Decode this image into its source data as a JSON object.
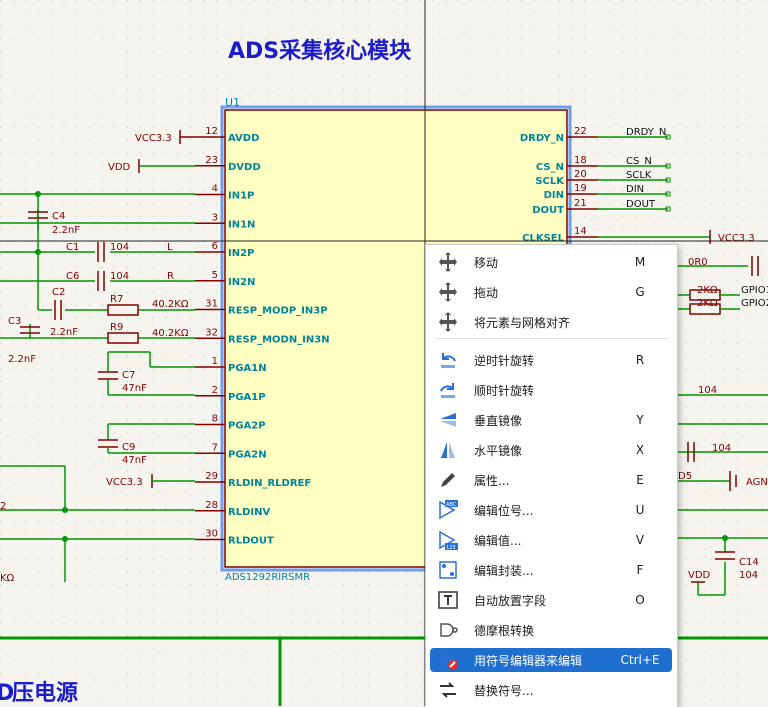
{
  "title": "ADS采集核心模块",
  "bottom_title": "压电源",
  "bottom_title_prefix": "D",
  "chip": {
    "ref": "U1",
    "value": "ADS1292RIRSMR",
    "left_pins": [
      {
        "num": "12",
        "name": "AVDD"
      },
      {
        "num": "23",
        "name": "DVDD"
      },
      {
        "num": "4",
        "name": "IN1P"
      },
      {
        "num": "3",
        "name": "IN1N"
      },
      {
        "num": "6",
        "name": "IN2P"
      },
      {
        "num": "5",
        "name": "IN2N"
      },
      {
        "num": "31",
        "name": "RESP_MODP_IN3P"
      },
      {
        "num": "32",
        "name": "RESP_MODN_IN3N"
      },
      {
        "num": "1",
        "name": "PGA1N"
      },
      {
        "num": "2",
        "name": "PGA1P"
      },
      {
        "num": "8",
        "name": "PGA2P"
      },
      {
        "num": "7",
        "name": "PGA2N"
      },
      {
        "num": "29",
        "name": "RLDIN_RLDREF"
      },
      {
        "num": "28",
        "name": "RLDINV"
      },
      {
        "num": "30",
        "name": "RLDOUT"
      }
    ],
    "right_pins": [
      {
        "num": "22",
        "name": "DRDY_N",
        "net": "DRDY_N"
      },
      {
        "num": "18",
        "name": "CS_N",
        "net": "CS_N"
      },
      {
        "num": "20",
        "name": "SCLK",
        "net": "SCLK"
      },
      {
        "num": "19",
        "name": "DIN",
        "net": "DIN"
      },
      {
        "num": "21",
        "name": "DOUT",
        "net": "DOUT"
      },
      {
        "num": "14",
        "name": "CLKSEL",
        "net": "VCC3.3"
      }
    ]
  },
  "labels": {
    "vcc_avdd": "VCC3.3",
    "vdd_dvdd": "VDD",
    "vcc_rld": "VCC3.3",
    "c4": "C4",
    "c4v": "2.2nF",
    "c1": "C1",
    "c1v": "104",
    "c1n": "L",
    "c6": "C6",
    "c6v": "104",
    "c6n": "R",
    "c2": "C2",
    "c2v": "2.2nF",
    "c3": "C3",
    "c3v": "2.2nF",
    "r7": "R7",
    "r7v": "40.2KΩ",
    "r9": "R9",
    "r9v": "40.2KΩ",
    "c7": "C7",
    "c7v": "47nF",
    "c9": "C9",
    "c9v": "47nF",
    "left_frag1": "2",
    "left_frag2": "KΩ",
    "r_0r0": "0R0",
    "r_2k_1": "2KΩ",
    "r_2k_2": "2KΩ",
    "gpio_1": "GPIO1",
    "gpio_2": "GPIO2",
    "v104_a": "104",
    "v104_b": "104",
    "d5": "D5",
    "agnd": "AGN",
    "c14": "C14",
    "c14v": "104",
    "vdd_right": "VDD"
  },
  "menu": [
    {
      "label": "移动",
      "shortcut": "M",
      "icon": "move-icon"
    },
    {
      "label": "拖动",
      "shortcut": "G",
      "icon": "drag-icon"
    },
    {
      "label": "将元素与网格对齐",
      "shortcut": "",
      "icon": "align-grid-icon"
    },
    {
      "label": "逆时针旋转",
      "shortcut": "R",
      "icon": "rotate-ccw-icon"
    },
    {
      "label": "顺时针旋转",
      "shortcut": "",
      "icon": "rotate-cw-icon"
    },
    {
      "label": "垂直镜像",
      "shortcut": "Y",
      "icon": "mirror-vertical-icon"
    },
    {
      "label": "水平镜像",
      "shortcut": "X",
      "icon": "mirror-horizontal-icon"
    },
    {
      "label": "属性...",
      "shortcut": "E",
      "icon": "pencil-icon"
    },
    {
      "label": "编辑位号...",
      "shortcut": "U",
      "icon": "edit-reference-icon"
    },
    {
      "label": "编辑值...",
      "shortcut": "V",
      "icon": "edit-value-icon"
    },
    {
      "label": "编辑封装...",
      "shortcut": "F",
      "icon": "edit-footprint-icon"
    },
    {
      "label": "自动放置字段",
      "shortcut": "O",
      "icon": "autoplace-fields-icon"
    },
    {
      "label": "德摩根转换",
      "shortcut": "",
      "icon": "demorgan-icon"
    },
    {
      "label": "用符号编辑器来编辑",
      "shortcut": "Ctrl+E",
      "icon": "symbol-editor-icon"
    },
    {
      "label": "替换符号...",
      "shortcut": "",
      "icon": "swap-symbol-icon"
    }
  ],
  "colors": {
    "background": "#f5f4ef",
    "wire": "#009600",
    "component": "#840000",
    "pin_text": "#00849a",
    "body_fill": "#ffffc2",
    "body_stroke": "#840000",
    "selection": "#6e9ef0",
    "title": "#1c1ccc",
    "menu_highlight": "#1f6fd0"
  }
}
